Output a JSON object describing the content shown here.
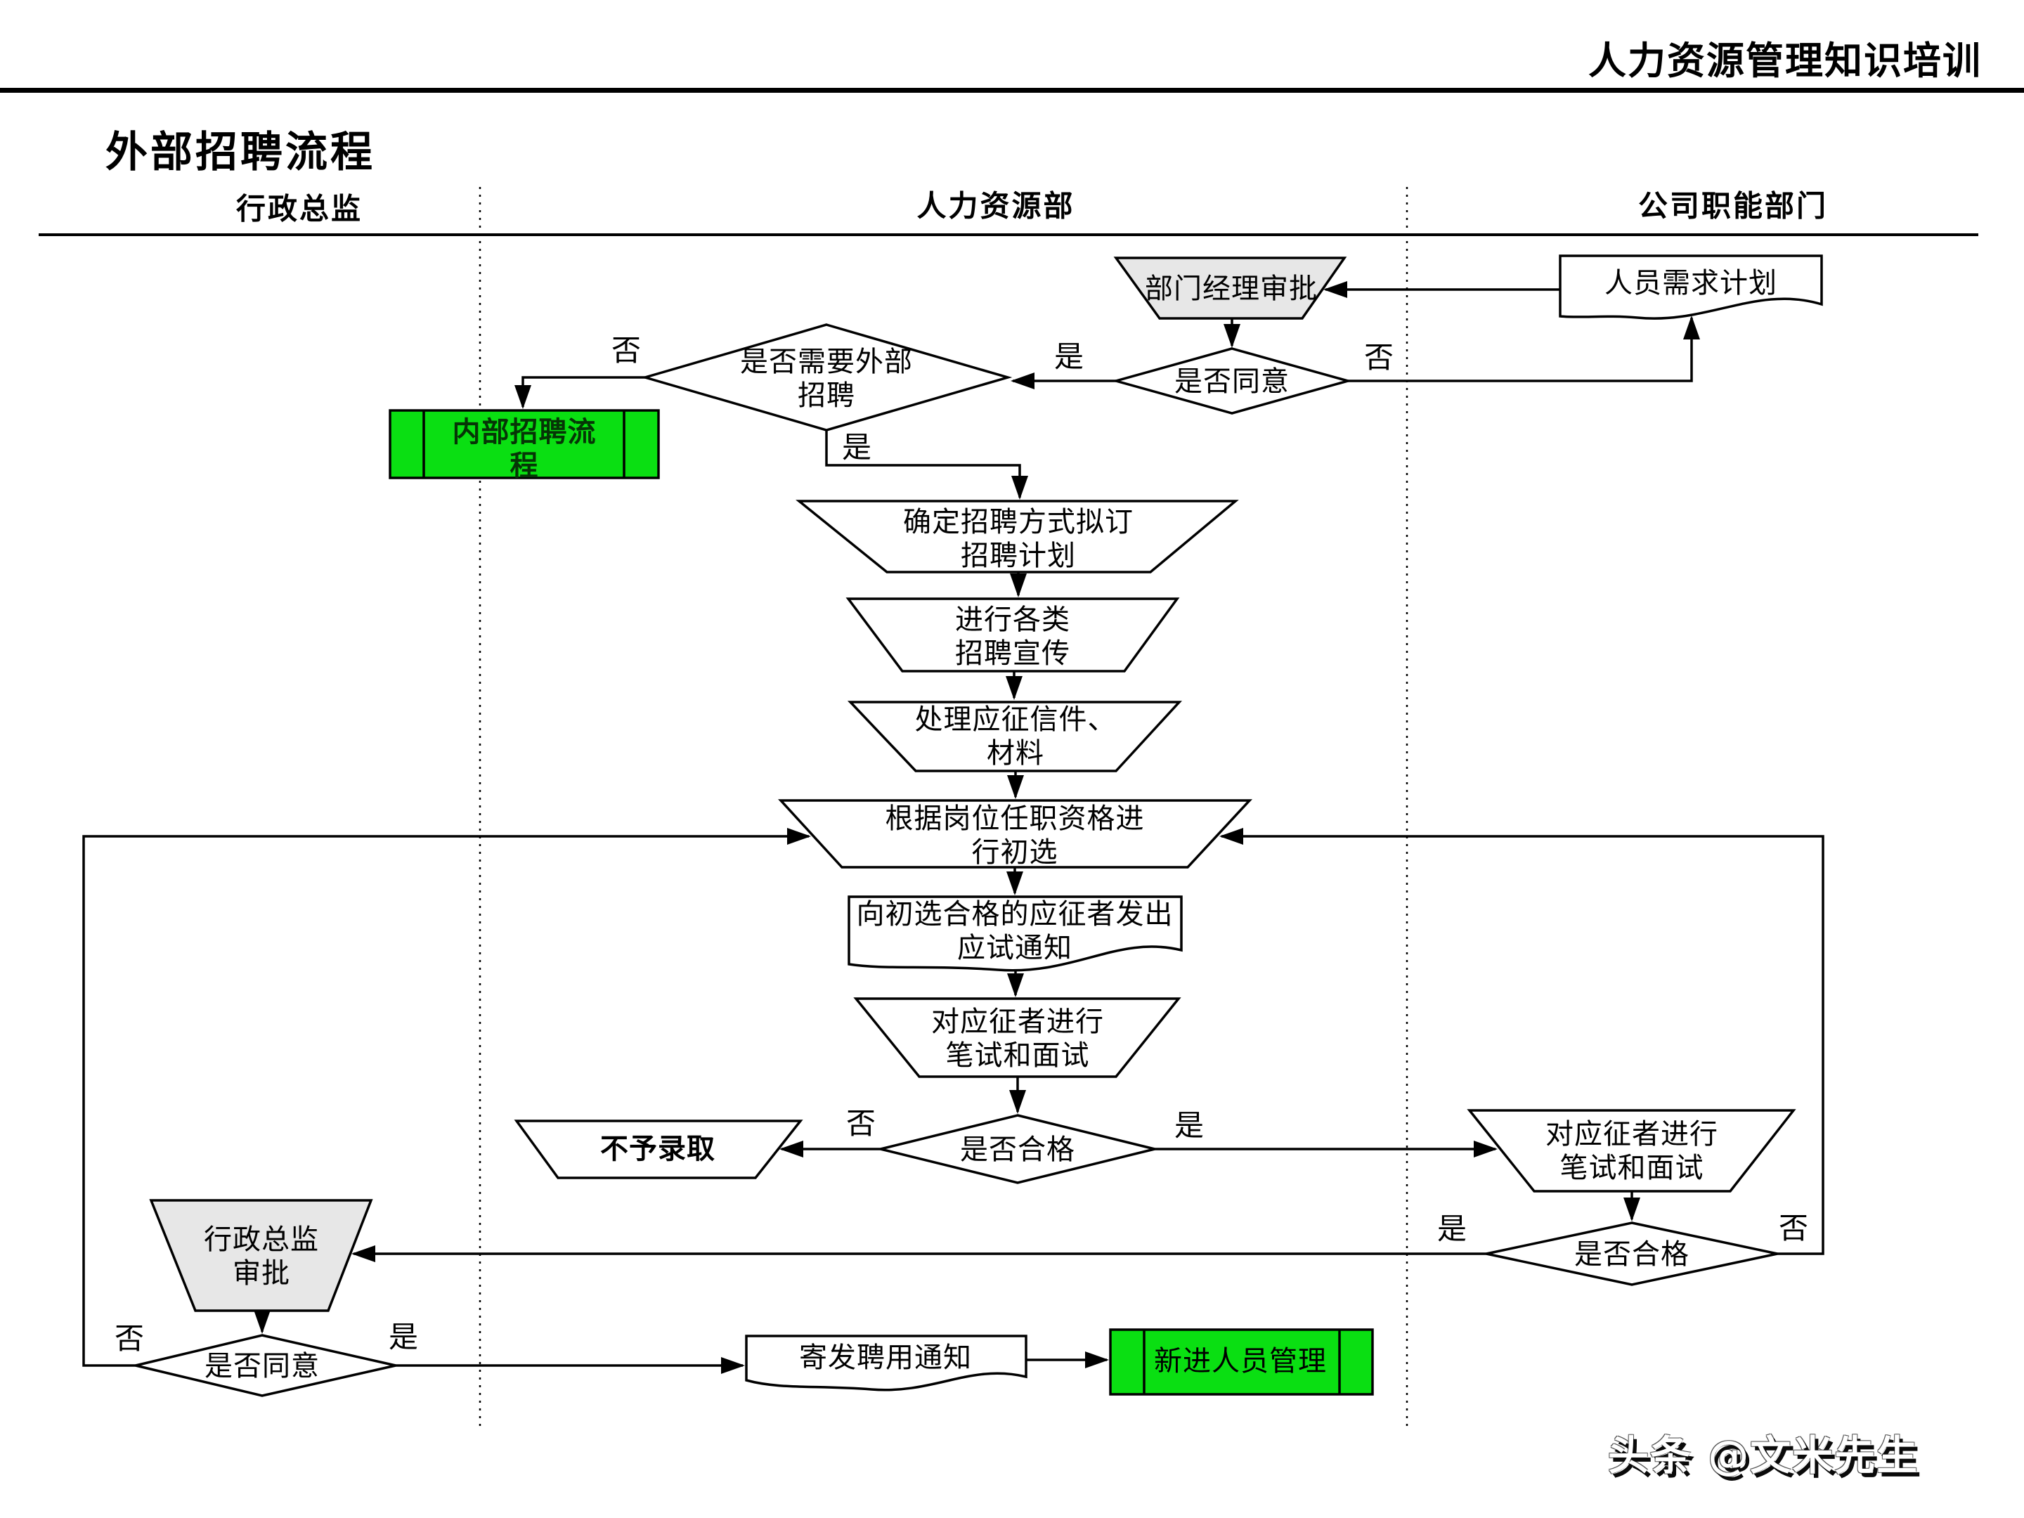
{
  "header": {
    "course_title": "人力资源管理知识培训"
  },
  "page": {
    "title": "外部招聘流程",
    "watermark": "头条 @文米先生"
  },
  "columns": [
    {
      "label": "行政总监"
    },
    {
      "label": "人力资源部"
    },
    {
      "label": "公司职能部门"
    }
  ],
  "nodes": {
    "personnel_demand_plan": "人员需求计划",
    "dept_manager_approval": "部门经理审批",
    "agree_top": "是否同意",
    "need_external": "是否需要外部\n招聘",
    "internal_recruit": "内部招聘流\n程",
    "define_method": "确定招聘方式拟订\n招聘计划",
    "publicity": "进行各类\n招聘宣传",
    "handle_letters": "处理应征信件、\n材料",
    "preliminary_screen": "根据岗位任职资格进\n行初选",
    "send_test_notice": "向初选合格的应征者发出\n应试通知",
    "test_interview_hr": "对应征者进行\n笔试和面试",
    "qualified_hr": "是否合格",
    "not_admitted": "不予录取",
    "test_interview_dept": "对应征者进行\n笔试和面试",
    "qualified_dept": "是否合格",
    "admin_director_approval": "行政总监\n审批",
    "agree_bottom": "是否同意",
    "send_offer_notice": "寄发聘用通知",
    "new_employee_mgmt": "新进人员管理"
  },
  "edge_labels": {
    "agree_top_yes": "是",
    "agree_top_no": "否",
    "need_external_no": "否",
    "need_external_yes": "是",
    "qualified_hr_no": "否",
    "qualified_hr_yes": "是",
    "qualified_dept_yes": "是",
    "qualified_dept_no": "否",
    "agree_bottom_no": "否",
    "agree_bottom_yes": "是"
  },
  "colors": {
    "green": "#0ADF12",
    "gray": "#E7E7E7",
    "line": "#000000"
  }
}
